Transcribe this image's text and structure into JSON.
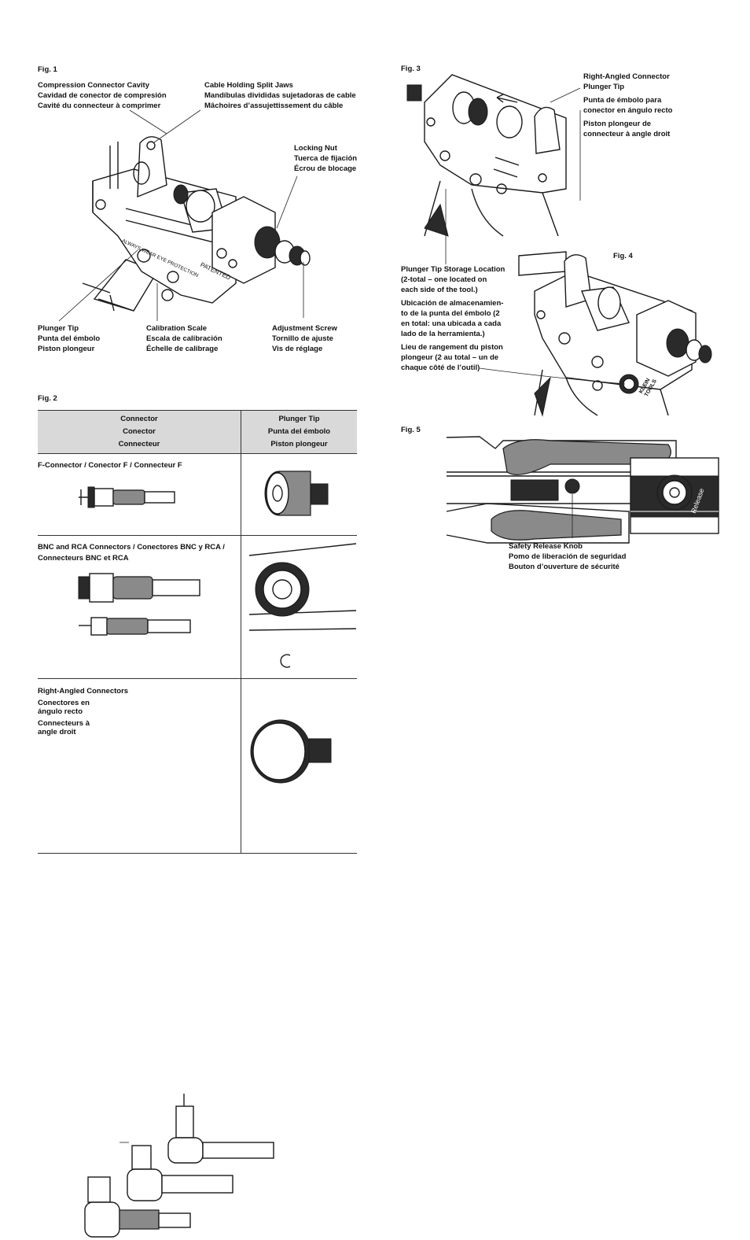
{
  "fig1": {
    "label": "Fig. 1",
    "callouts": {
      "compression_cavity": [
        "Compression Connector Cavity",
        "Cavidad de conector de compresión",
        "Cavité du connecteur à comprimer"
      ],
      "split_jaws": [
        "Cable Holding Split Jaws",
        "Mandíbulas divididas sujetadoras de cable",
        "Mâchoires d’assujettissement du câble"
      ],
      "locking_nut": [
        "Locking Nut",
        "Tuerca de fijación",
        "Écrou de blocage"
      ],
      "plunger_tip": [
        "Plunger Tip",
        "Punta del émbolo",
        "Piston plongeur"
      ],
      "calibration_scale": [
        "Calibration Scale",
        "Escala de calibración",
        "Échelle de calibrage"
      ],
      "adjustment_screw": [
        "Adjustment Screw",
        "Tornillo de ajuste",
        "Vis de réglage"
      ]
    },
    "tool_text": {
      "eye": "ALWAYS WEAR EYE PROTECTION",
      "patented": "PATENTED"
    }
  },
  "fig2": {
    "label": "Fig. 2",
    "headers": {
      "connector": [
        "Connector",
        "Conector",
        "Connecteur"
      ],
      "plunger": [
        "Plunger Tip",
        "Punta del émbolo",
        "Piston plongeur"
      ]
    },
    "rows": [
      {
        "title": "F-Connector / Conector F / Connecteur F"
      },
      {
        "title_lines": [
          "BNC and RCA Connectors / Conectores BNC y RCA /",
          "Connecteurs BNC et RCA"
        ]
      },
      {
        "title_lines": [
          "Right-Angled Connectors",
          "Conectores en",
          "ángulo recto",
          "Connecteurs à",
          "angle droit"
        ]
      }
    ]
  },
  "fig3": {
    "label": "Fig. 3",
    "callout": [
      "Right-Angled Connector",
      "Plunger Tip",
      "Punta de émbolo para",
      "conector en ángulo recto",
      "Piston plongeur de",
      "connecteur à angle droit"
    ]
  },
  "fig4": {
    "label": "Fig. 4",
    "callout": {
      "en": [
        "Plunger Tip Storage Location",
        "(2-total – one located on",
        "each side of the tool.)"
      ],
      "es": [
        "Ubicación de almacenamien-",
        "to de la punta del émbolo (2",
        "en total: una ubicada a cada",
        "lado de la herramienta.)"
      ],
      "fr": [
        "Lieu de rangement du piston",
        "plongeur (2 au total – un de",
        "chaque côté de l’outil)"
      ]
    },
    "brand": [
      "KLEIN",
      "TOOLS"
    ]
  },
  "fig5": {
    "label": "Fig. 5",
    "callout": [
      "Safety Release Knob",
      "Pomo de liberación de seguridad",
      "Bouton d’ouverture de sécurité"
    ],
    "release_text": "Release"
  }
}
